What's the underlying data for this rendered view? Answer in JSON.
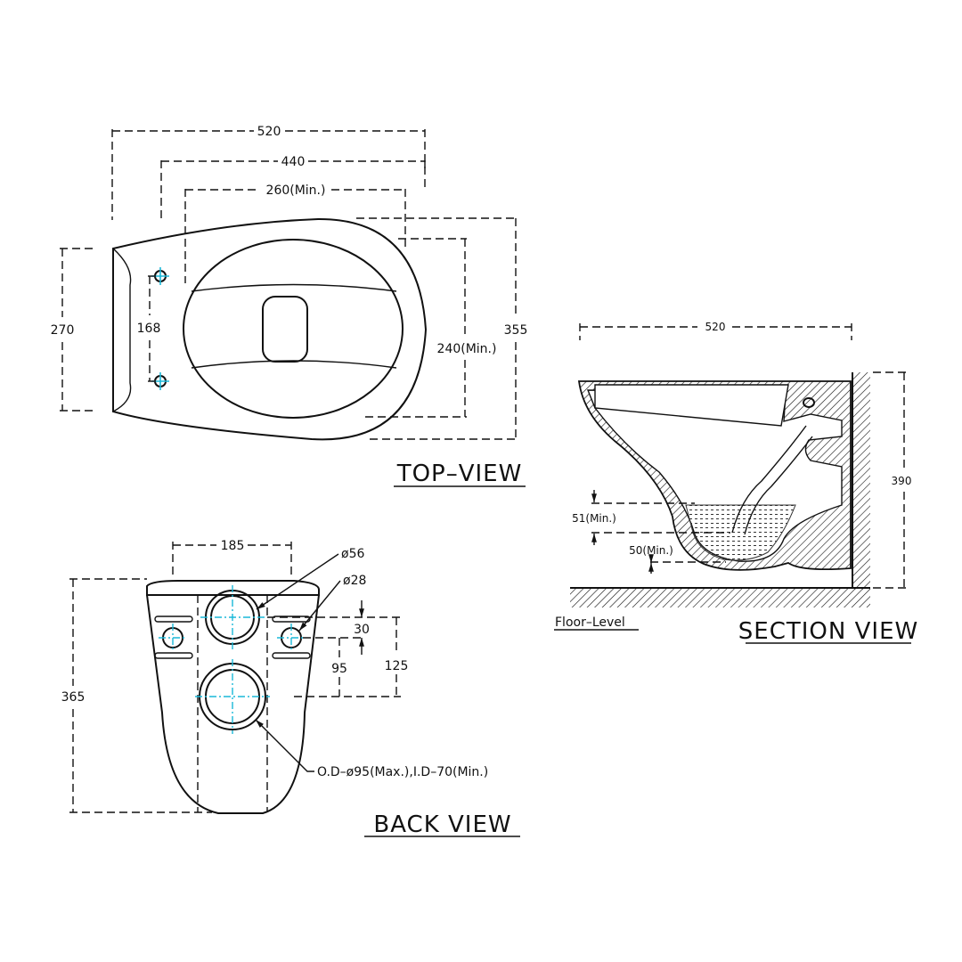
{
  "top_view": {
    "title": "TOP–VIEW",
    "dims": {
      "overall_length": "520",
      "length_440": "440",
      "length_min": "260(Min.)",
      "height_270": "270",
      "hole_spacing": "168",
      "width_min": "240(Min.)",
      "width_355": "355"
    }
  },
  "back_view": {
    "title": "BACK  VIEW",
    "dims": {
      "spacing_185": "185",
      "hole_56": "ø56",
      "hole_28": "ø28",
      "height_365": "365",
      "dim_30": "30",
      "dim_95": "95",
      "dim_125": "125",
      "outlet": "O.D–ø95(Max.),I.D–70(Min.)"
    }
  },
  "section_view": {
    "title": "SECTION  VIEW",
    "dims": {
      "length_520": "520",
      "height_390": "390",
      "water_seal": "51(Min.)",
      "water_depth": "50(Min.)"
    },
    "floor_label": "Floor–Level"
  }
}
